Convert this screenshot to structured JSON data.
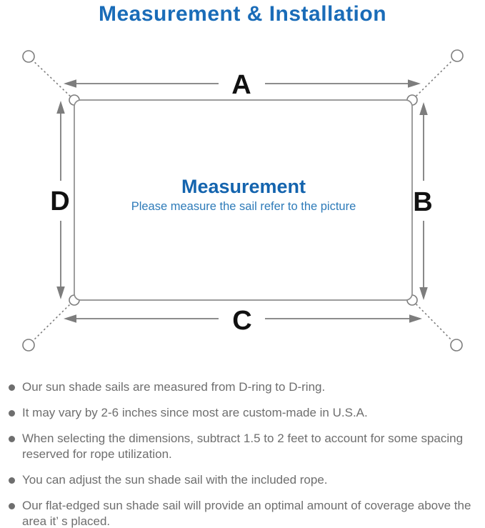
{
  "title": "Measurement & Installation",
  "diagram": {
    "heading": "Measurement",
    "subheading": "Please measure the sail refer to the picture",
    "dimension_labels": {
      "top": "A",
      "right": "B",
      "bottom": "C",
      "left": "D"
    }
  },
  "bullets": [
    "Our sun shade sails are measured from D-ring to D-ring.",
    "It may vary by 2-6 inches since most are custom-made in U.S.A.",
    "When selecting the dimensions, subtract 1.5 to 2 feet to account for some spacing reserved for rope utilization.",
    "You can adjust the sun shade sail with the included rope.",
    "Our flat-edged sun shade sail will provide an optimal amount of coverage above the area it’ s placed."
  ],
  "colors": {
    "title_blue": "#1a6cb8",
    "heading_blue": "#1464ae",
    "subtitle_blue": "#2e7bb9",
    "body_gray": "#6e6e6e",
    "line_gray": "#7d7d7d"
  }
}
